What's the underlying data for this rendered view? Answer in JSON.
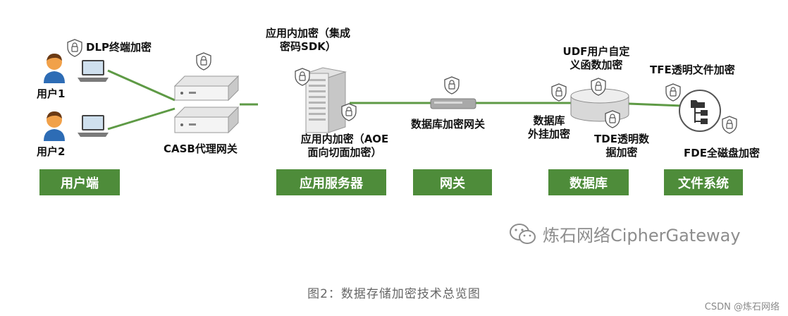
{
  "labels": {
    "dlp": "DLP终端加密",
    "user1": "用户1",
    "user2": "用户2",
    "casb": "CASB代理网关",
    "app_sdk_1": "应用内加密（集成",
    "app_sdk_2": "密码SDK）",
    "app_aoe_1": "应用内加密（AOE",
    "app_aoe_2": "面向切面加密）",
    "db_gateway": "数据库加密网关",
    "udf_1": "UDF用户自定",
    "udf_2": "义函数加密",
    "db_ext_1": "数据库",
    "db_ext_2": "外挂加密",
    "tde_1": "TDE透明数",
    "tde_2": "据加密",
    "tfe": "TFE透明文件加密",
    "fde": "FDE全磁盘加密"
  },
  "categories": [
    "用户端",
    "应用服务器",
    "网关",
    "数据库",
    "文件系统"
  ],
  "watermark": "炼石网络CipherGateway",
  "caption": "图2：数据存储加密技术总览图",
  "csdn": "CSDN @炼石网络",
  "colors": {
    "accent": "#4e8c3a",
    "line": "#5e9a45"
  },
  "icons": [
    "lock-shield-icon",
    "user-icon",
    "laptop-icon",
    "server-icon",
    "database-icon",
    "file-system-icon",
    "wechat-icon"
  ]
}
